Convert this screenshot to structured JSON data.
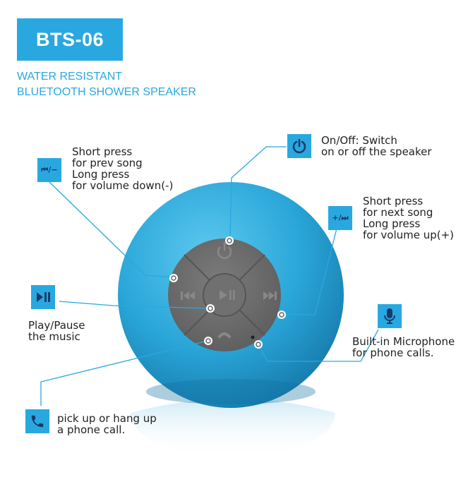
{
  "header": {
    "model": "BTS-06",
    "subtitle_line1": "WATER RESISTANT",
    "subtitle_line2": "BLUETOOTH SHOWER SPEAKER"
  },
  "callouts": {
    "power": {
      "icon": "power-icon",
      "line1": "On/Off: Switch",
      "line2": "on or off the speaker"
    },
    "prev": {
      "icon_text": "⏮/−",
      "line1": "Short press",
      "line2": "for prev song",
      "line3": "Long press",
      "line4": "for volume down(-)"
    },
    "next": {
      "icon_text": "+/⏭",
      "line1": "Short press",
      "line2": "for next song",
      "line3": "Long press",
      "line4": "for volume up(+)"
    },
    "play": {
      "icon": "play-pause-icon",
      "line1": "Play/Pause",
      "line2": "the music"
    },
    "mic": {
      "icon": "microphone-icon",
      "line1": "Built-in Microphone",
      "line2": "for phone calls."
    },
    "phone": {
      "icon": "phone-icon",
      "line1": "pick up or hang up",
      "line2": "a phone call."
    }
  },
  "colors": {
    "accent": "#29a8e0",
    "speaker_body": "#2aa9da",
    "control_pad": "#6d6d6d"
  }
}
